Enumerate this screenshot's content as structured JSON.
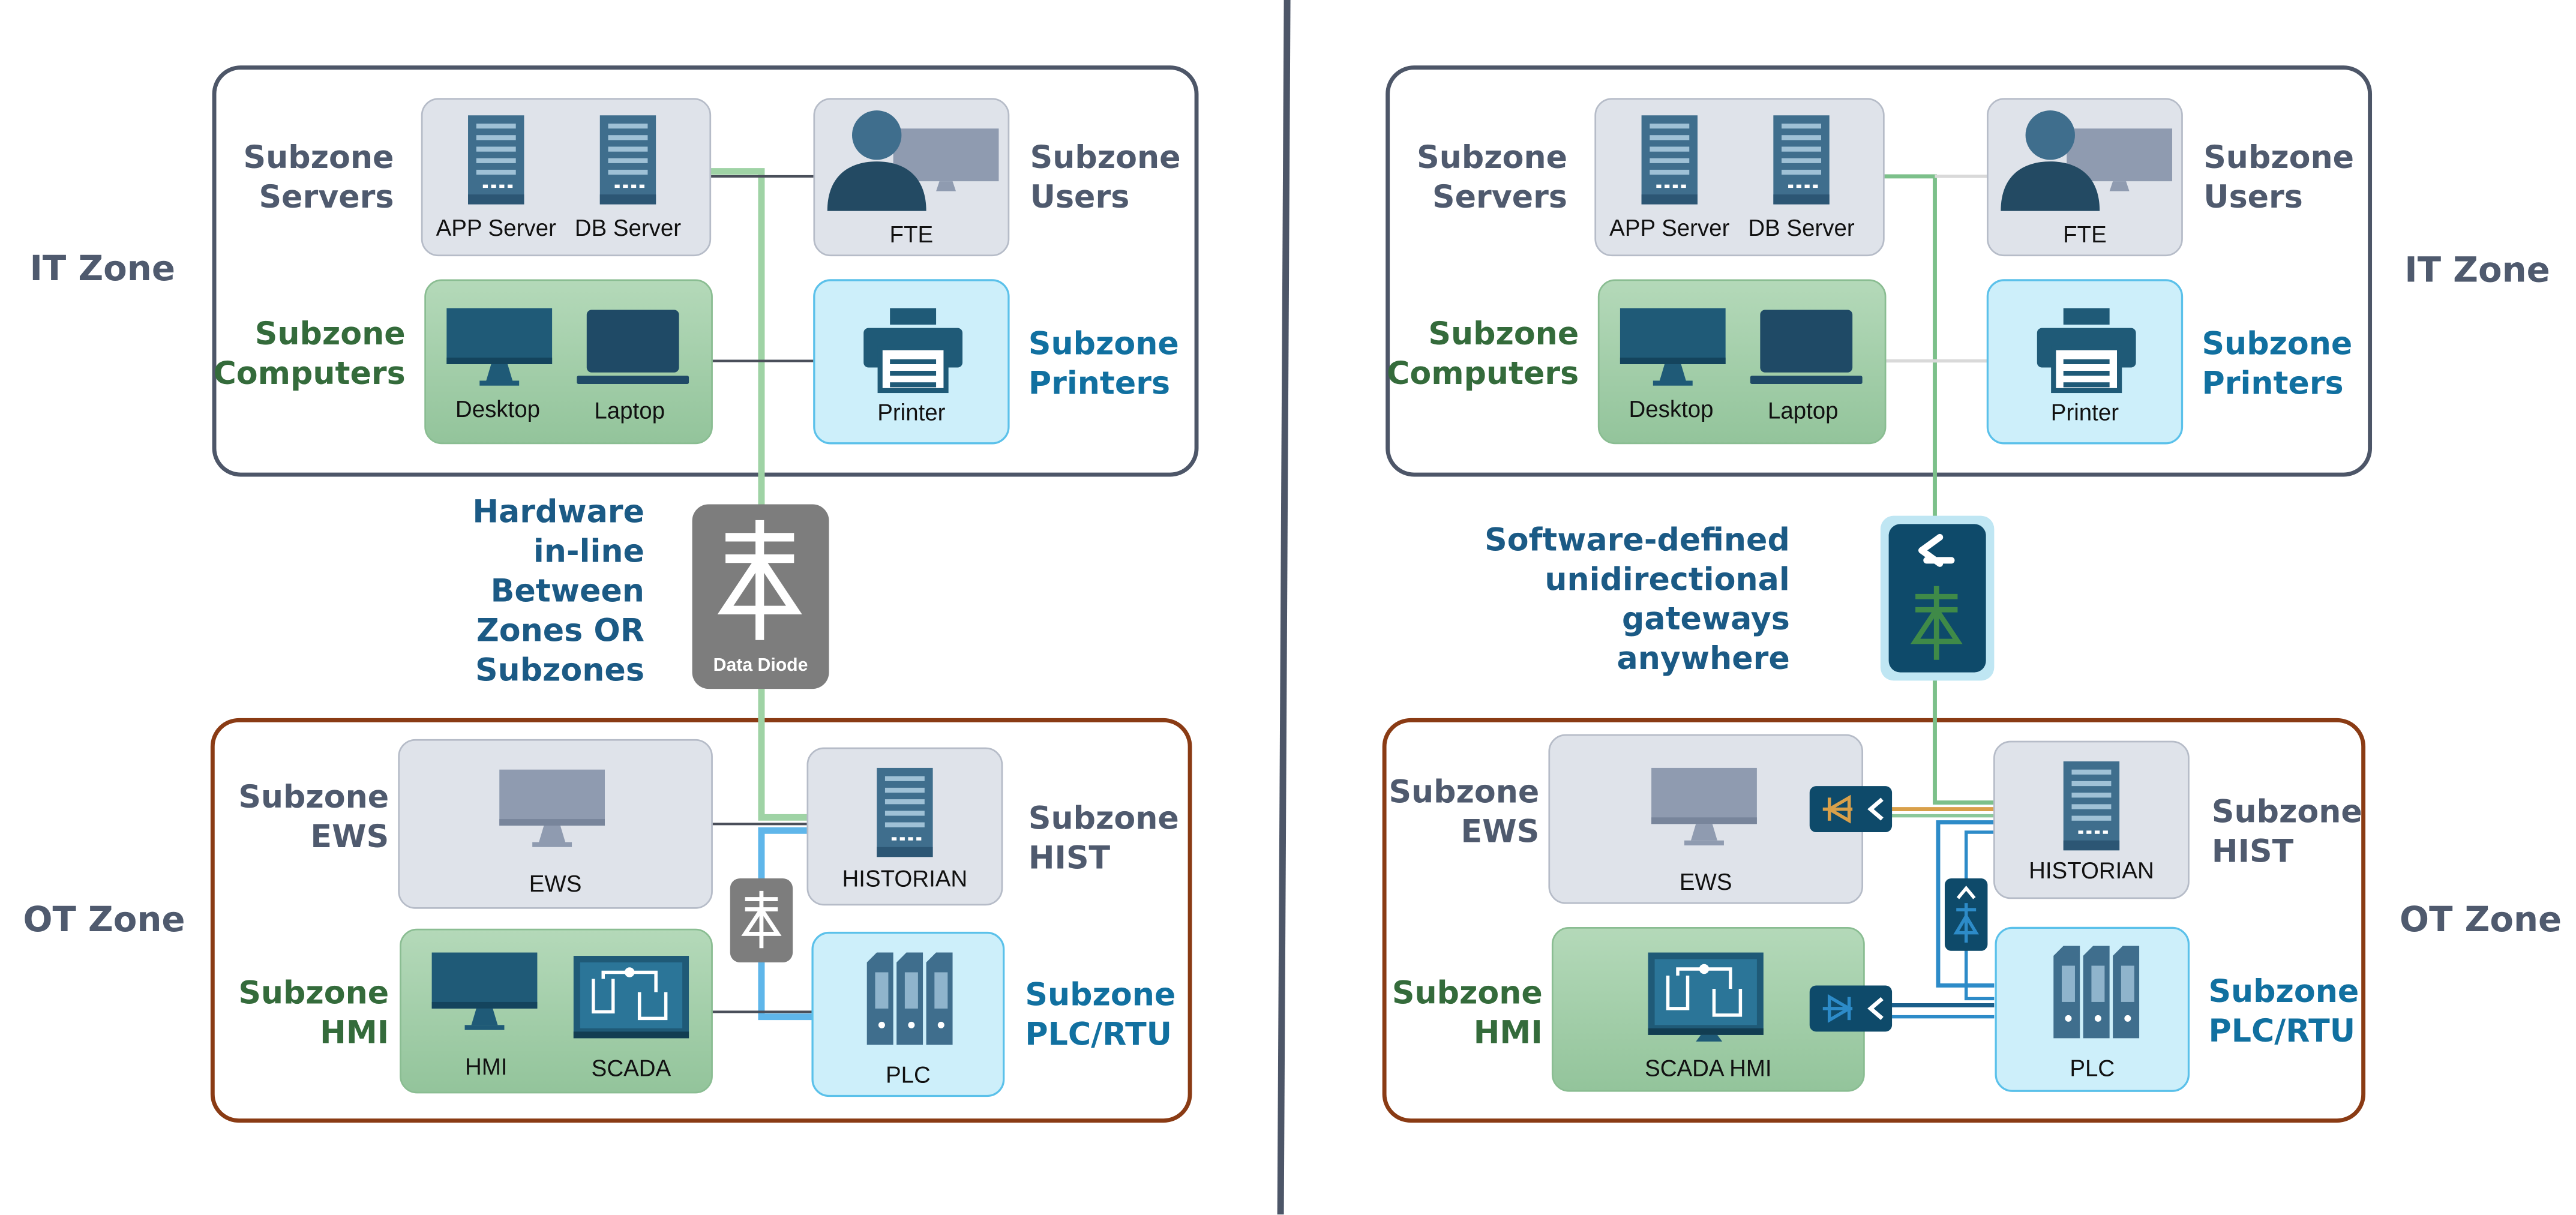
{
  "left": {
    "it_zone": {
      "title": "IT Zone",
      "servers": {
        "label": "Subzone\nServers",
        "items": [
          "APP Server",
          "DB Server"
        ]
      },
      "users": {
        "label": "Subzone\nUsers",
        "items": [
          "FTE"
        ]
      },
      "computers": {
        "label": "Subzone\nComputers",
        "items": [
          "Desktop",
          "Laptop"
        ]
      },
      "printers": {
        "label": "Subzone\nPrinters",
        "items": [
          "Printer"
        ]
      }
    },
    "diode_caption": "Hardware\nin-line\nBetween\nZones OR\nSubzones",
    "diode_label": "Data Diode",
    "ot_zone": {
      "title": "OT Zone",
      "ews": {
        "label": "Subzone\nEWS",
        "items": [
          "EWS"
        ]
      },
      "hist": {
        "label": "Subzone\nHIST",
        "items": [
          "HISTORIAN"
        ]
      },
      "hmi": {
        "label": "Subzone\nHMI",
        "items": [
          "HMI",
          "SCADA"
        ]
      },
      "plc": {
        "label": "Subzone\nPLC/RTU",
        "items": [
          "PLC"
        ]
      }
    }
  },
  "right": {
    "it_zone": {
      "title": "IT Zone",
      "servers": {
        "label": "Subzone\nServers",
        "items": [
          "APP Server",
          "DB Server"
        ]
      },
      "users": {
        "label": "Subzone\nUsers",
        "items": [
          "FTE"
        ]
      },
      "computers": {
        "label": "Subzone\nComputers",
        "items": [
          "Desktop",
          "Laptop"
        ]
      },
      "printers": {
        "label": "Subzone\nPrinters",
        "items": [
          "Printer"
        ]
      }
    },
    "gateway_caption": "Software-defined\nunidirectional\ngateways\nanywhere",
    "ot_zone": {
      "title": "OT Zone",
      "ews": {
        "label": "Subzone\nEWS",
        "items": [
          "EWS"
        ]
      },
      "hist": {
        "label": "Subzone\nHIST",
        "items": [
          "HISTORIAN"
        ]
      },
      "hmi": {
        "label": "Subzone\nHMI",
        "items": [
          "SCADA HMI"
        ]
      },
      "plc": {
        "label": "Subzone\nPLC/RTU",
        "items": [
          "PLC"
        ]
      }
    }
  },
  "colors": {
    "slate_text": "#4f5a6e",
    "green_text": "#346b3b",
    "blue_text": "#1170a0",
    "it_border": "#4d5668",
    "ot_border": "#8a3b14",
    "server_box": "#dfe3ea",
    "computer_box": "#9fcba6",
    "printer_box": "#cdeffa",
    "icon_dark": "#234a63",
    "diode_gray": "#7d7d7d",
    "gateway_navy": "#0e4a6a"
  }
}
